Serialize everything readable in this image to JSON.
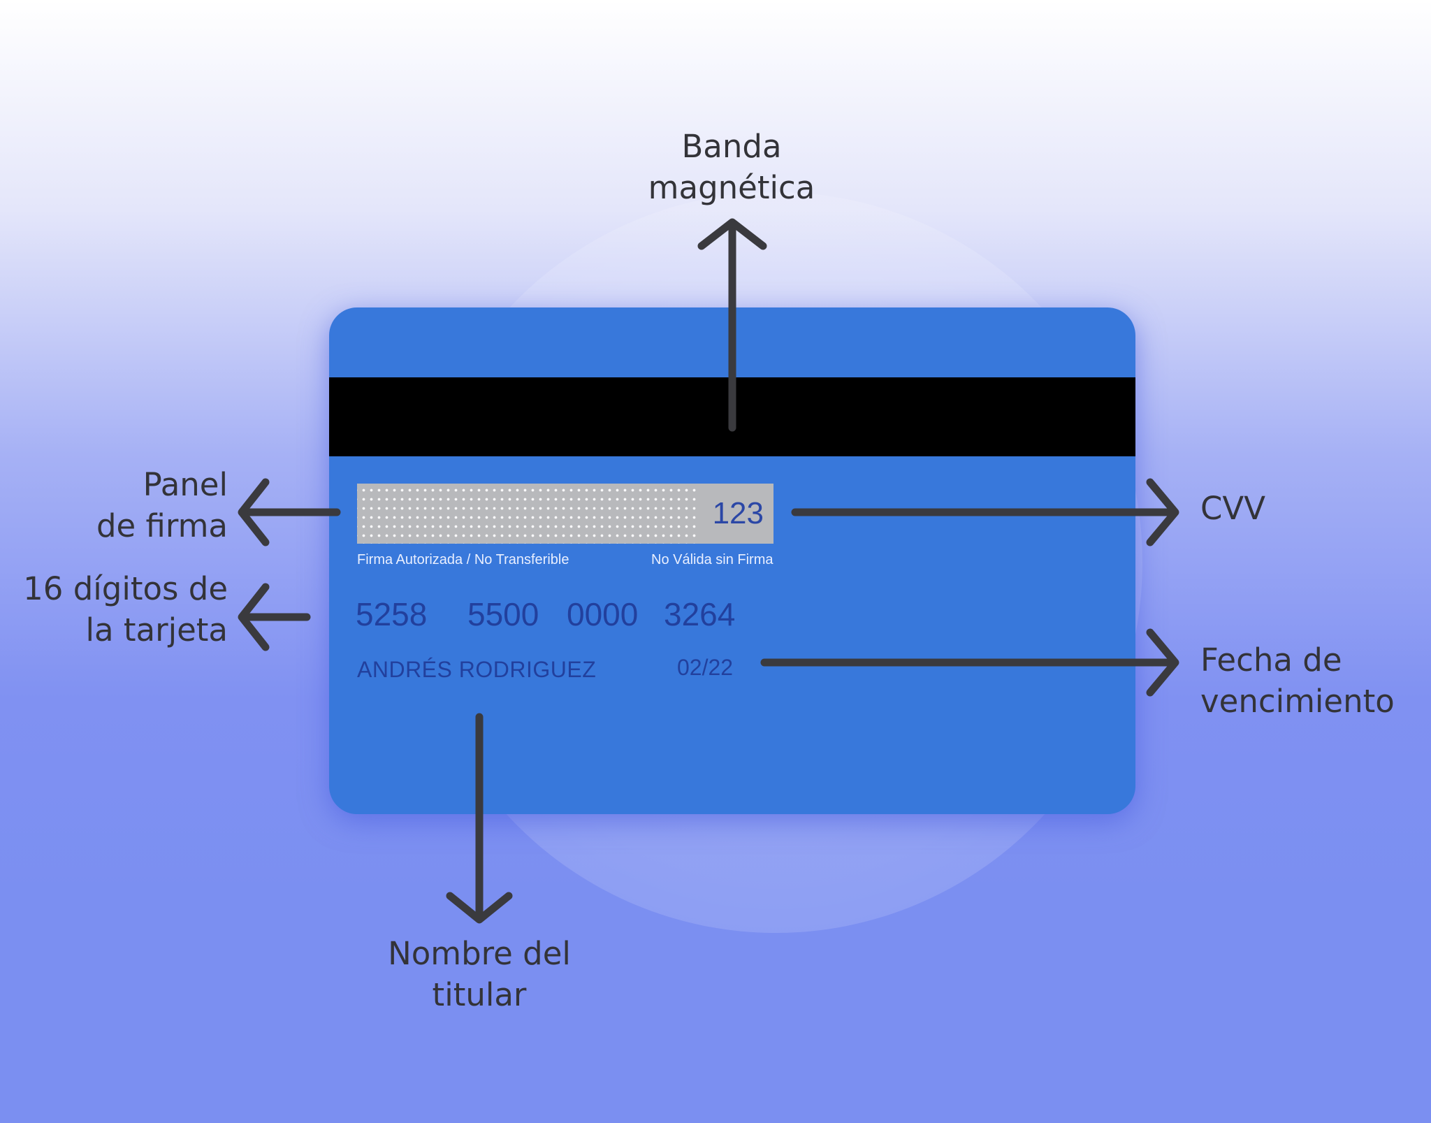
{
  "card": {
    "signature_left_text": "Firma Autorizada / No Transferible",
    "signature_right_text": "No Válida sin Firma",
    "cvv": "123",
    "number_groups": [
      "5258",
      "5500",
      "0000",
      "3264"
    ],
    "holder_name": "ANDRÉS RODRIGUEZ",
    "expiry": "02/22"
  },
  "labels": {
    "magnetic_stripe": [
      "Banda",
      "magnética"
    ],
    "signature_panel": [
      "Panel",
      "de firma"
    ],
    "card_digits": [
      "16 dígitos de",
      "la tarjeta"
    ],
    "cvv": [
      "CVV"
    ],
    "expiry_date": [
      "Fecha de",
      "vencimiento"
    ],
    "holder_name": [
      "Nombre del",
      "titular"
    ]
  },
  "colors": {
    "card": "#3878db",
    "stripe": "#000000",
    "signature_panel": "#b8b9bc",
    "card_text": "#22409d",
    "label_text": "#333338",
    "arrow": "#3a3a3e"
  }
}
